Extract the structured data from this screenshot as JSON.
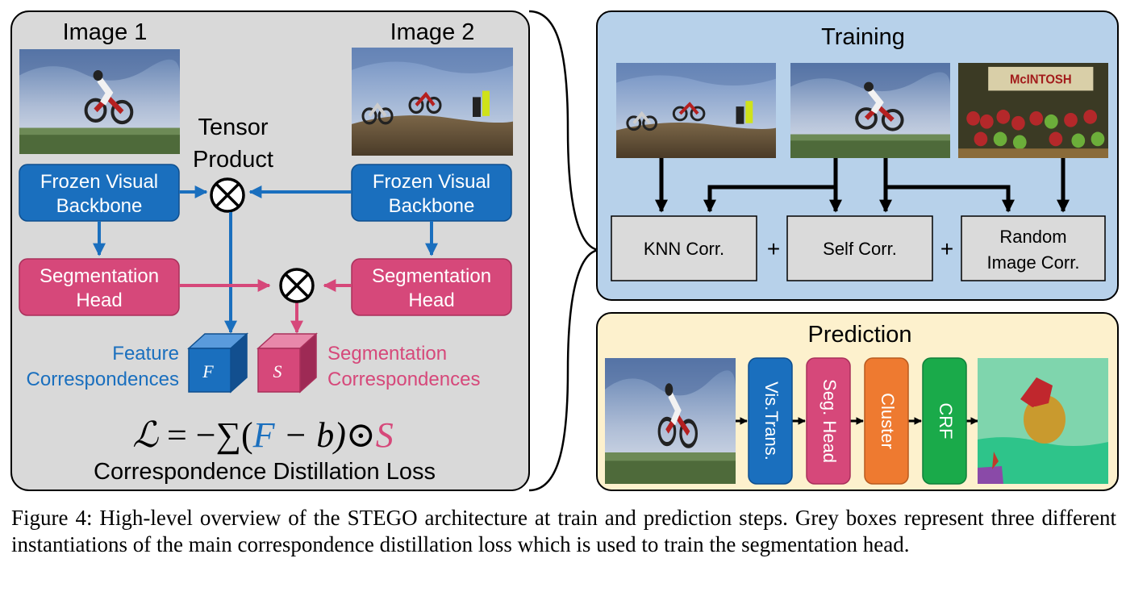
{
  "left_panel": {
    "image1_label": "Image 1",
    "image2_label": "Image 2",
    "tensor_product_label": [
      "Tensor",
      "Product"
    ],
    "backbone_left": [
      "Frozen Visual",
      "Backbone"
    ],
    "backbone_right": [
      "Frozen Visual",
      "Backbone"
    ],
    "seghead_left": [
      "Segmentation",
      "Head"
    ],
    "seghead_right": [
      "Segmentation",
      "Head"
    ],
    "feature_corr_label": [
      "Feature",
      "Correspondences"
    ],
    "seg_corr_label": [
      "Segmentation",
      "Correspondences"
    ],
    "cube_f": "F",
    "cube_s": "S",
    "loss_formula": {
      "l": "ℒ",
      "eq": " = −∑(",
      "f": "F",
      "mid": " − b)⊙",
      "s": "S"
    },
    "loss_label": "Correspondence Distillation Loss"
  },
  "training": {
    "title": "Training",
    "knn": "KNN Corr.",
    "self": "Self Corr.",
    "random": [
      "Random",
      "Image Corr."
    ],
    "plus": "+"
  },
  "prediction": {
    "title": "Prediction",
    "steps": [
      "Vis.Trans.",
      "Seg. Head",
      "Cluster",
      "CRF"
    ]
  },
  "colors": {
    "blue": "#1a6fbe",
    "pink": "#d6487a",
    "orange": "#ee7a30",
    "green": "#1aaa4a",
    "grey_panel": "#d9d9d9",
    "training_bg": "#b7d1ea",
    "prediction_bg": "#fdf1cd",
    "corr_box": "#dadada"
  },
  "caption": "Figure 4: High-level overview of the STEGO architecture at train and prediction steps. Grey boxes represent three different instantiations of the main correspondence distillation loss which is used to train the segmentation head."
}
